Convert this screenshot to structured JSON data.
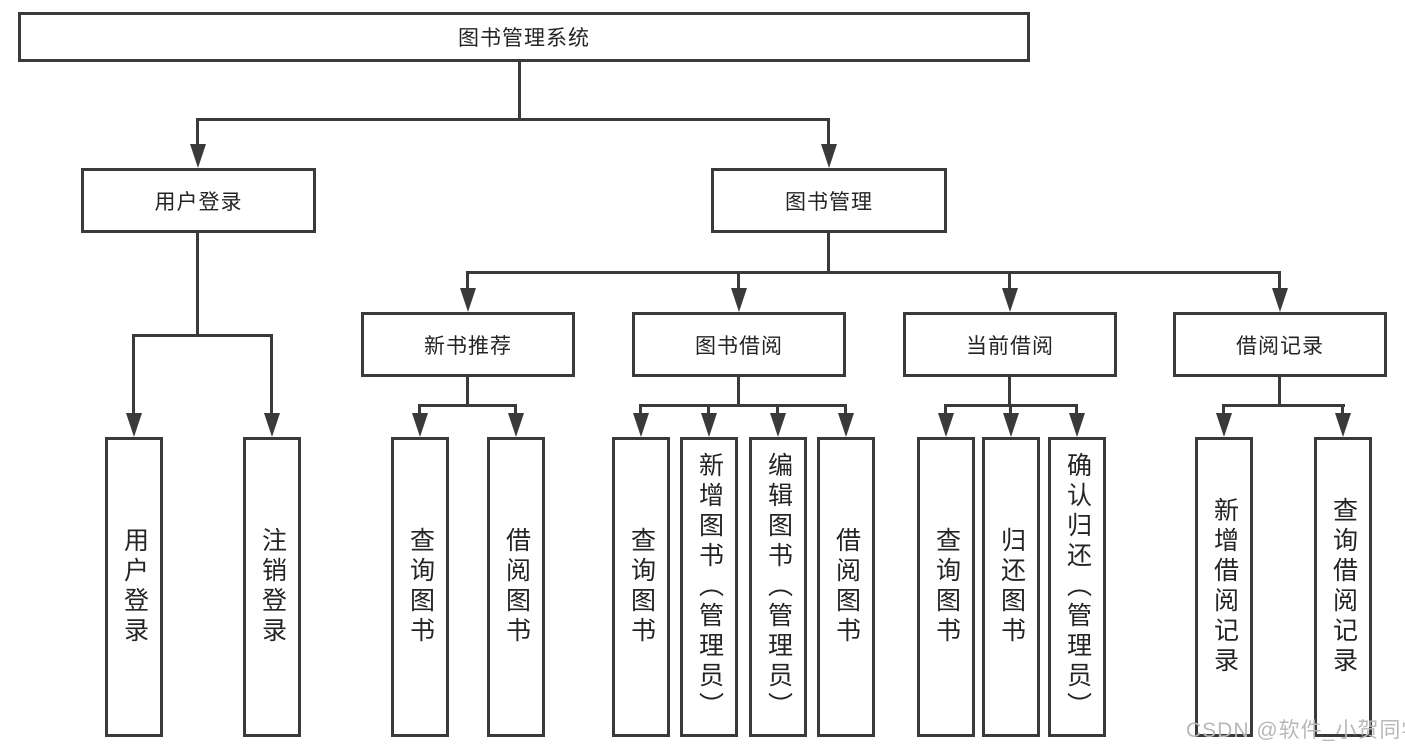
{
  "diagram": {
    "root": {
      "label": "图书管理系统"
    },
    "branches": [
      {
        "label": "用户登录",
        "leaves": [
          {
            "label": "用户登录"
          },
          {
            "label": "注销登录"
          }
        ]
      },
      {
        "label": "图书管理",
        "groups": [
          {
            "label": "新书推荐",
            "leaves": [
              {
                "label": "查询图书"
              },
              {
                "label": "借阅图书"
              }
            ]
          },
          {
            "label": "图书借阅",
            "leaves": [
              {
                "label": "查询图书"
              },
              {
                "label": "新增图书（管理员）"
              },
              {
                "label": "编辑图书（管理员）"
              },
              {
                "label": "借阅图书"
              }
            ]
          },
          {
            "label": "当前借阅",
            "leaves": [
              {
                "label": "查询图书"
              },
              {
                "label": "归还图书"
              },
              {
                "label": "确认归还（管理员）"
              }
            ]
          },
          {
            "label": "借阅记录",
            "leaves": [
              {
                "label": "新增借阅记录"
              },
              {
                "label": "查询借阅记录"
              }
            ]
          }
        ]
      }
    ],
    "watermark": "CSDN @软件_小贺同学",
    "colors": {
      "line": "#3a3a3a",
      "text": "#242424",
      "watermark": "#b8b8b8",
      "background": "#ffffff"
    }
  }
}
